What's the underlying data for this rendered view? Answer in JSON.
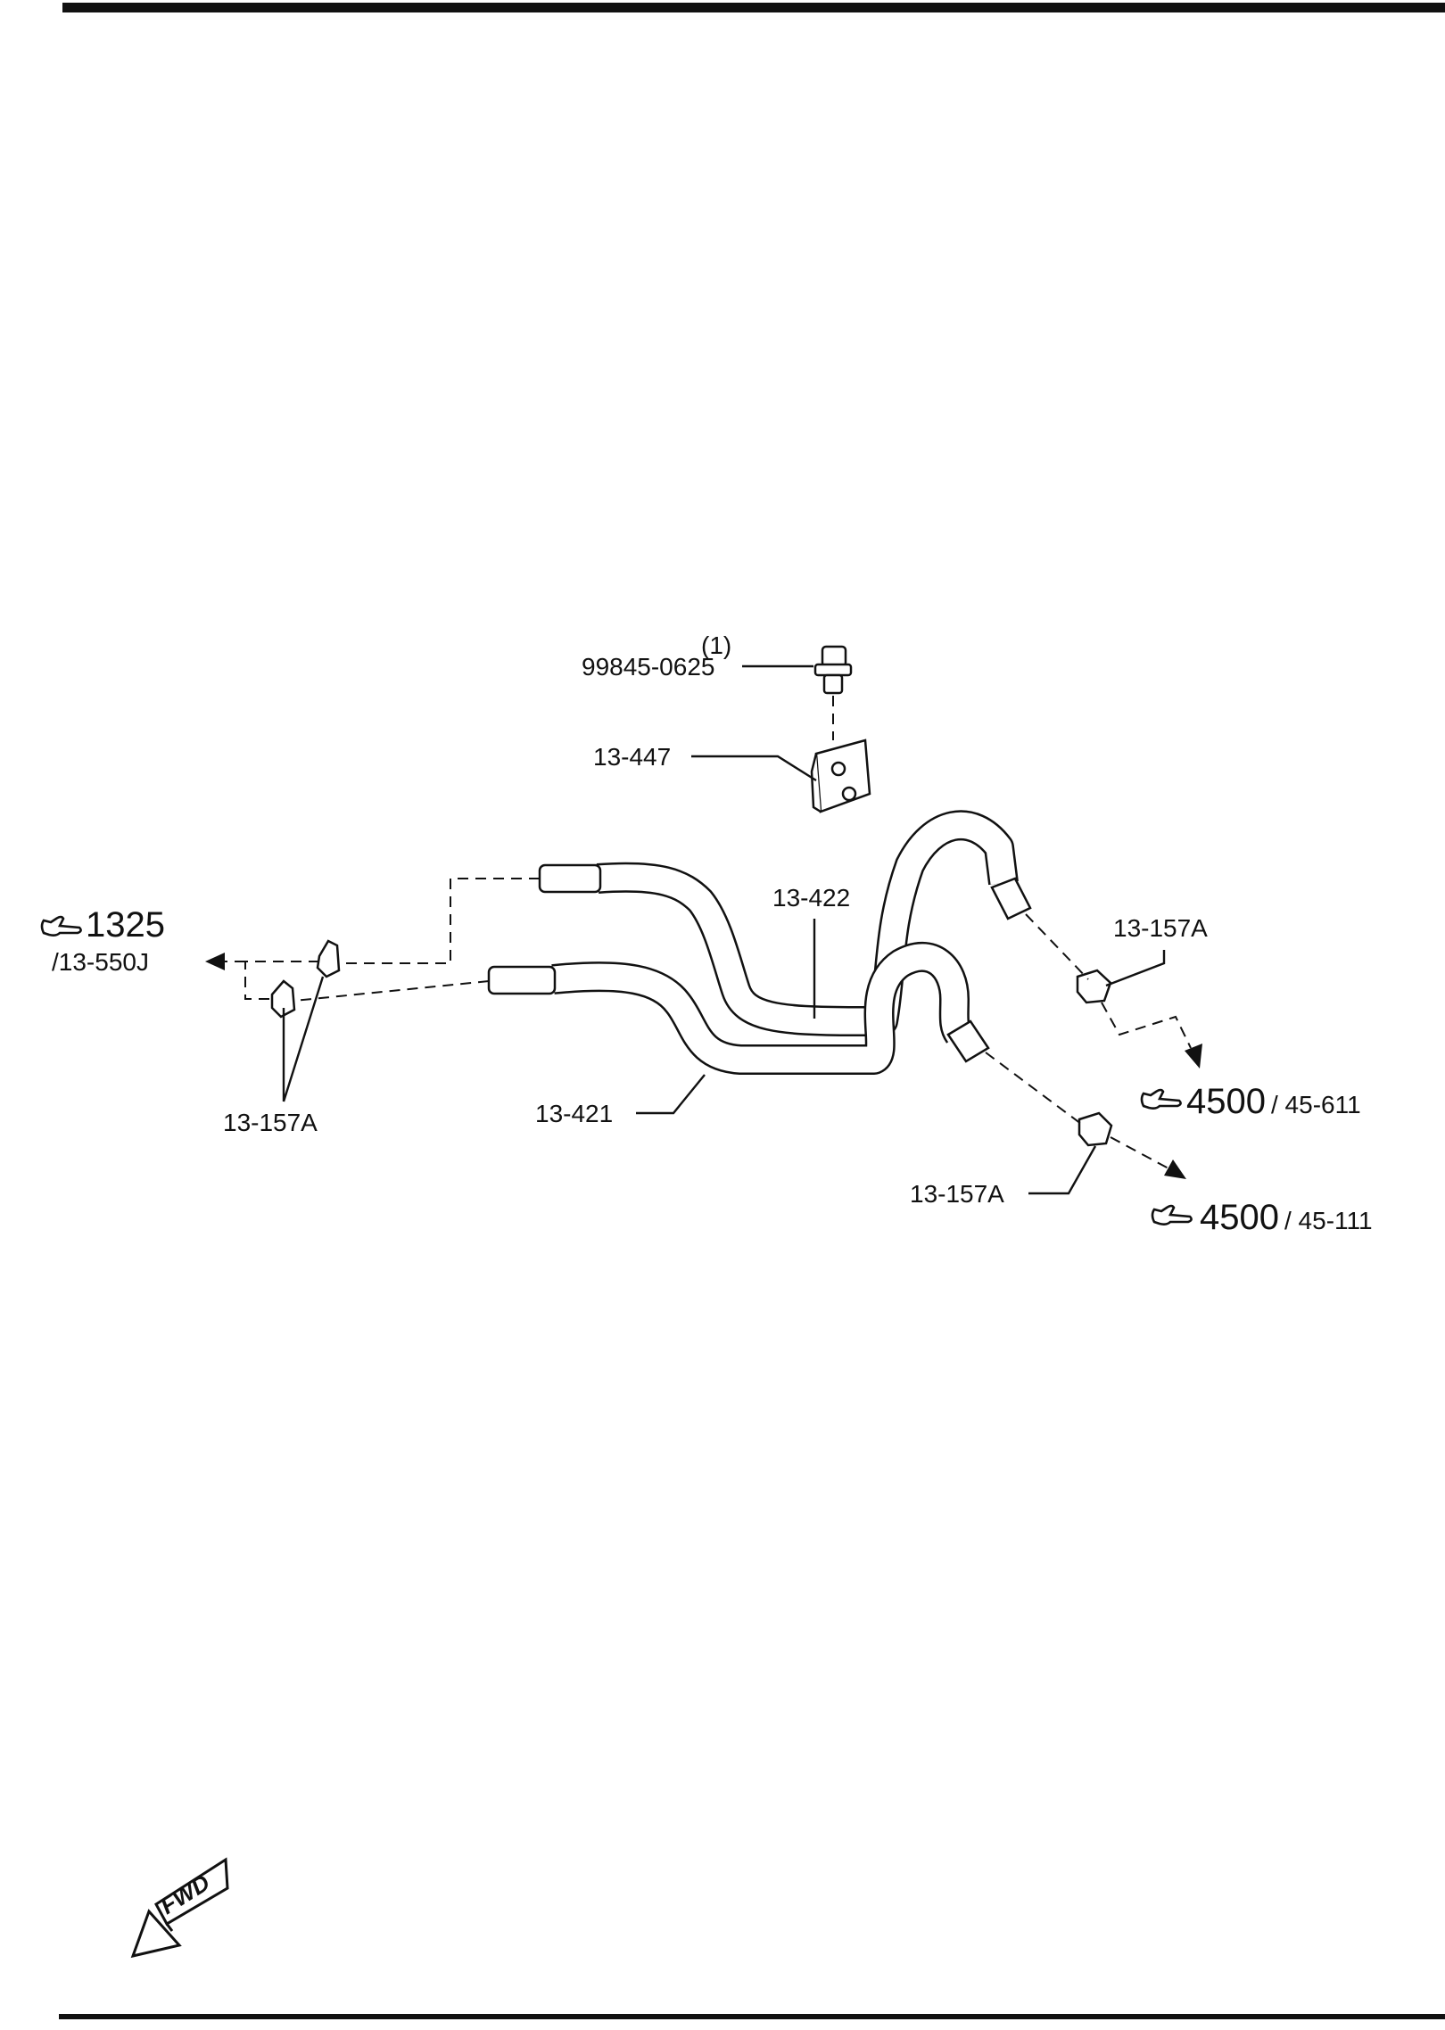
{
  "labels": {
    "bolt_qty": "(1)",
    "bolt_part": "99845-0625",
    "bracket_part": "13-447",
    "hose_upper_part": "13-422",
    "hose_lower_part": "13-421",
    "clip_left_part": "13-157A",
    "clip_right_upper_part": "13-157A",
    "clip_right_lower_part": "13-157A"
  },
  "references": {
    "left_main": "1325",
    "left_sub": "/13-550J",
    "right_upper_main": "4500",
    "right_upper_sub": "/ 45-611",
    "right_lower_main": "4500",
    "right_lower_sub": "/ 45-111"
  },
  "icons": {
    "reference_pointer": "pointing-hand-icon",
    "forward_arrow": "fwd-arrow-icon"
  },
  "fwd_text": "FWD",
  "colors": {
    "ink": "#111111",
    "paper": "#ffffff"
  }
}
